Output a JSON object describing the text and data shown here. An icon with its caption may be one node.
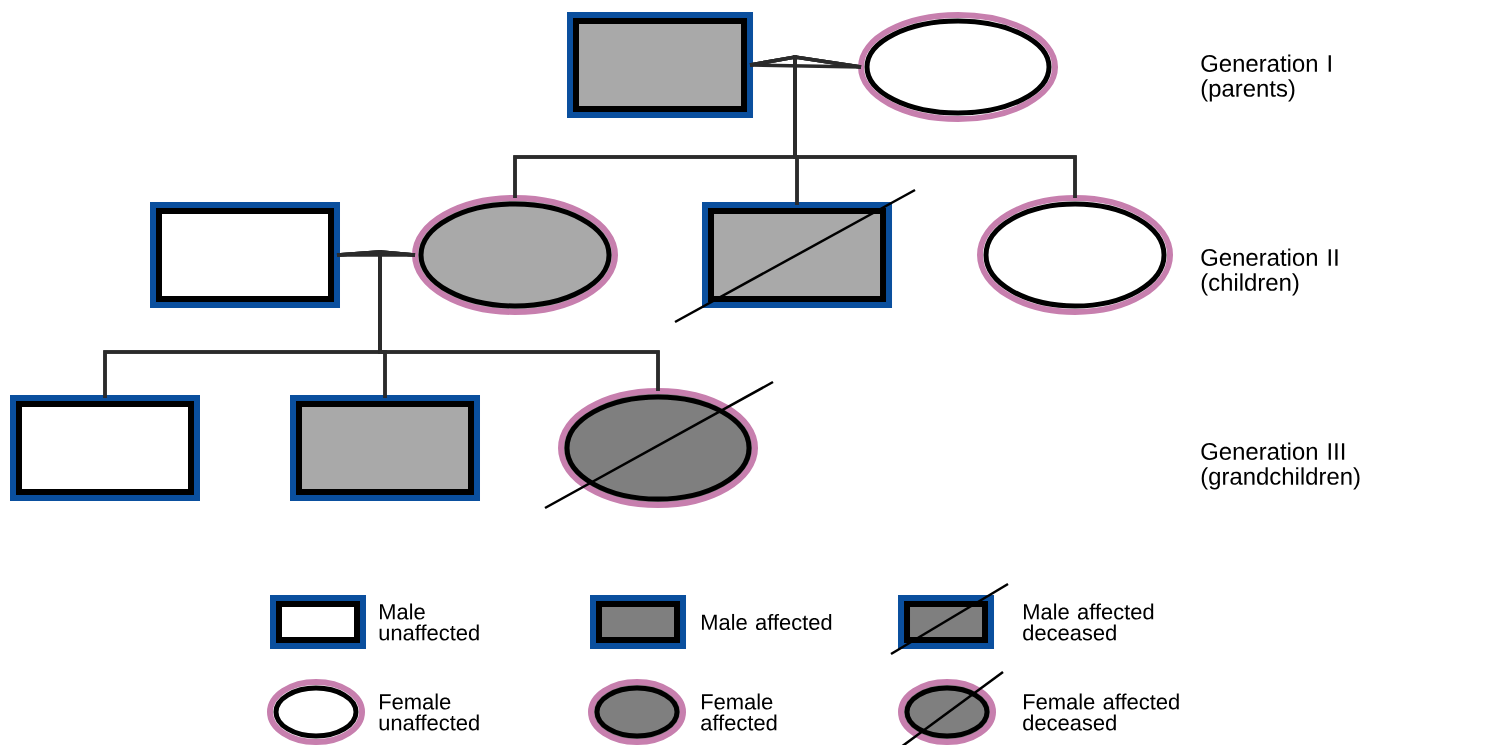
{
  "diagram": {
    "nodes": [
      {
        "text": [],
        "shape": "box"
      },
      {
        "text": [],
        "shape": "circle"
      },
      {
        "text": [],
        "shape": "box"
      },
      {
        "text": [],
        "shape": "circle"
      },
      {
        "text": [],
        "shape": "box"
      },
      {
        "text": [],
        "shape": "circle"
      },
      {
        "text": [],
        "shape": "box"
      },
      {
        "text": [],
        "shape": "box"
      },
      {
        "text": [],
        "shape": "circle"
      }
    ],
    "edges": [
      {
        "from": 0,
        "to": 1,
        "arrow": "none"
      },
      {
        "from": 0,
        "to": 3,
        "arrow": "none"
      },
      {
        "from": 1,
        "to": 3,
        "arrow": "none"
      },
      {
        "from": 0,
        "to": 4,
        "arrow": "none"
      },
      {
        "from": 1,
        "to": 4,
        "arrow": "none"
      },
      {
        "from": 0,
        "to": 5,
        "arrow": "none"
      },
      {
        "from": 1,
        "to": 5,
        "arrow": "none"
      },
      {
        "from": 2,
        "to": 3,
        "arrow": "none"
      },
      {
        "from": 2,
        "to": 6,
        "arrow": "none"
      },
      {
        "from": 3,
        "to": 6,
        "arrow": "none"
      },
      {
        "from": 2,
        "to": 7,
        "arrow": "none"
      },
      {
        "from": 3,
        "to": 7,
        "arrow": "none"
      },
      {
        "from": 2,
        "to": 8,
        "arrow": "none"
      },
      {
        "from": 3,
        "to": 8,
        "arrow": "none"
      }
    ],
    "labels": [
      "Generation I (parents)",
      "Generation II (children)",
      "Generation III (grandchildren)"
    ],
    "legend": [
      {
        "text": "Male unaffected"
      },
      {
        "text": "Male affected"
      },
      {
        "text": "Male affected deceased"
      },
      {
        "text": "Female unaffected"
      },
      {
        "text": "Female affected"
      },
      {
        "text": "Female affected deceased"
      }
    ]
  }
}
